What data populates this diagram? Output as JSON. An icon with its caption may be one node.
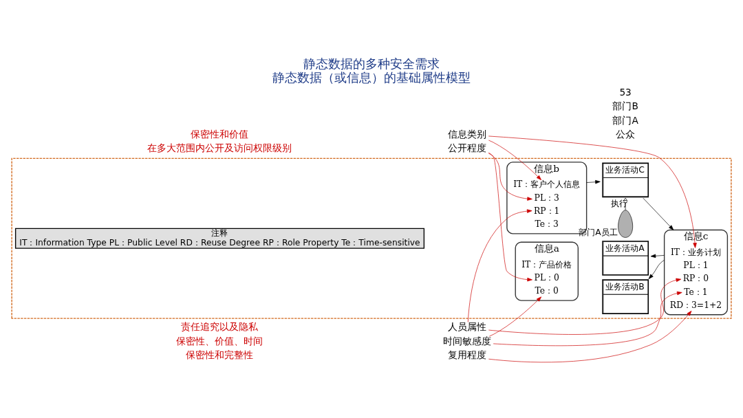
{
  "diagram": {
    "title": "静态数据的多种安全需求",
    "caption": "静态数据（或信息）的基础属性模型",
    "nodes": [
      {
        "text": [],
        "shape": "box"
      },
      {
        "text": [
          "信息b"
        ],
        "in": 0
      },
      {
        "text": [
          "IT：客户个人信息"
        ],
        "in": 1
      },
      {
        "text": [
          "PL：3"
        ],
        "in": 1
      },
      {
        "text": [
          "RP：1"
        ],
        "in": 1
      },
      {
        "text": [
          "Te：3"
        ],
        "in": 1
      },
      {
        "text": [],
        "shape": "person",
        "in": 0,
        "beside": [
          "部门A员工"
        ]
      },
      {
        "text": [
          "业务活动C"
        ],
        "in": 0
      },
      {
        "text": [
          "信息a"
        ],
        "in": 0
      },
      {
        "text": [
          "IT：产品价格"
        ],
        "in": 8
      },
      {
        "text": [
          "PL：0"
        ],
        "in": 8
      },
      {
        "text": [
          "Te：0"
        ],
        "in": 8
      },
      {
        "text": [
          "信息c"
        ],
        "in": 0
      },
      {
        "text": [
          "IT：业务计划"
        ],
        "in": 12
      },
      {
        "text": [
          "PL：1"
        ],
        "in": 12
      },
      {
        "text": [
          "RD：3=1+2"
        ],
        "in": 12
      },
      {
        "text": [
          "RP：0"
        ],
        "in": 12
      },
      {
        "text": [
          "Te：1"
        ],
        "in": 12
      },
      {
        "text": [
          "业务活动A"
        ],
        "in": 0
      },
      {
        "text": [
          "业务活动B"
        ],
        "in": 0
      },
      {
        "text": [
          "注释",
          "IT：Information Type PL：Public Level RD：Reuse Degree RP：Role Property Te：Time-sensitive"
        ],
        "in": 0
      },
      {
        "text": [
          "信息类别"
        ]
      },
      {
        "text": [
          "公开程度"
        ]
      },
      {
        "text": [
          "复用程度"
        ]
      },
      {
        "text": [
          "人员属性"
        ]
      },
      {
        "text": [
          "时间敏感度"
        ]
      }
    ],
    "edges": [
      {
        "from": 21,
        "to": 2,
        "arrow": "to"
      },
      {
        "from": 21,
        "to": 13,
        "arrow": "to"
      },
      {
        "from": 22,
        "to": 3,
        "arrow": "to"
      },
      {
        "from": 22,
        "to": 10,
        "arrow": "to"
      },
      {
        "from": 23,
        "to": 15,
        "arrow": "to"
      },
      {
        "from": 24,
        "to": 4,
        "arrow": "to"
      },
      {
        "from": 24,
        "to": 16,
        "arrow": "to"
      },
      {
        "from": 25,
        "to": 11,
        "arrow": "to"
      },
      {
        "from": 25,
        "to": 17,
        "arrow": "to"
      },
      {
        "from": 1,
        "to": 7,
        "arrow": "to",
        "color": "#000000"
      },
      {
        "from": 6,
        "to": 7,
        "arrow": "other",
        "label": "执行",
        "color": "#000000"
      },
      {
        "from": 7,
        "to": 12,
        "arrow": "to",
        "color": "#000000"
      },
      {
        "from": 12,
        "to": 18,
        "arrow": "to",
        "color": "#000000"
      },
      {
        "from": 12,
        "to": 19,
        "arrow": "to",
        "color": "#000000"
      }
    ],
    "labels": [
      "保密性和价值",
      "在多大范围内公开及访问权限级别",
      "保密性和完整性",
      "责任追究以及隐私",
      "保密性、价值、时间",
      "公众",
      "部门A",
      "部门B",
      "53"
    ]
  }
}
